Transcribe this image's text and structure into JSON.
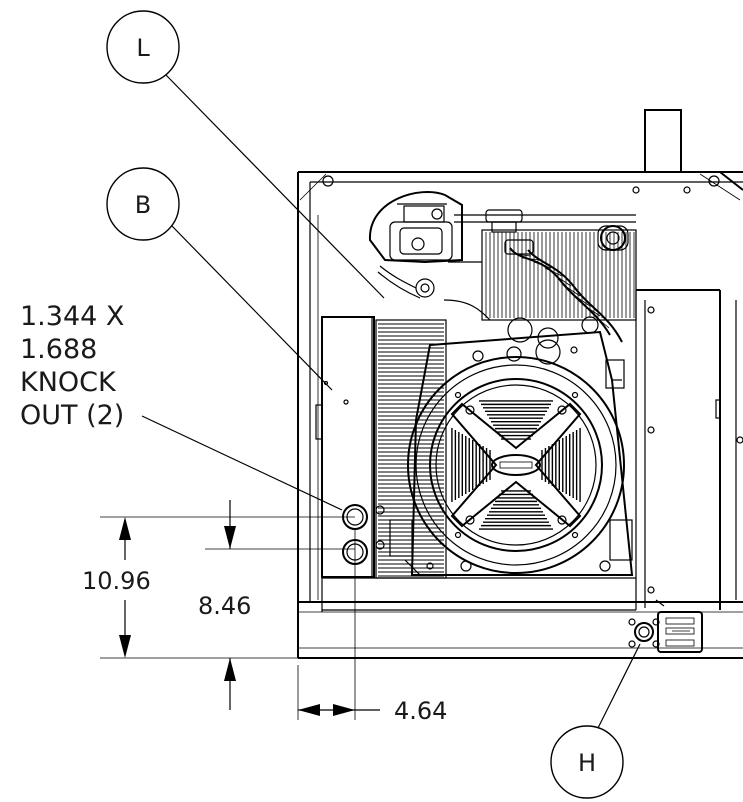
{
  "callouts": {
    "l": "L",
    "b": "B",
    "h": "H"
  },
  "knockout_note": {
    "line1": "1.344 X",
    "line2": "1.688",
    "line3": "KNOCK",
    "line4": "OUT (2)"
  },
  "dimensions": {
    "outer_height": "10.96",
    "inner_height": "8.46",
    "horizontal_offset": "4.64"
  }
}
